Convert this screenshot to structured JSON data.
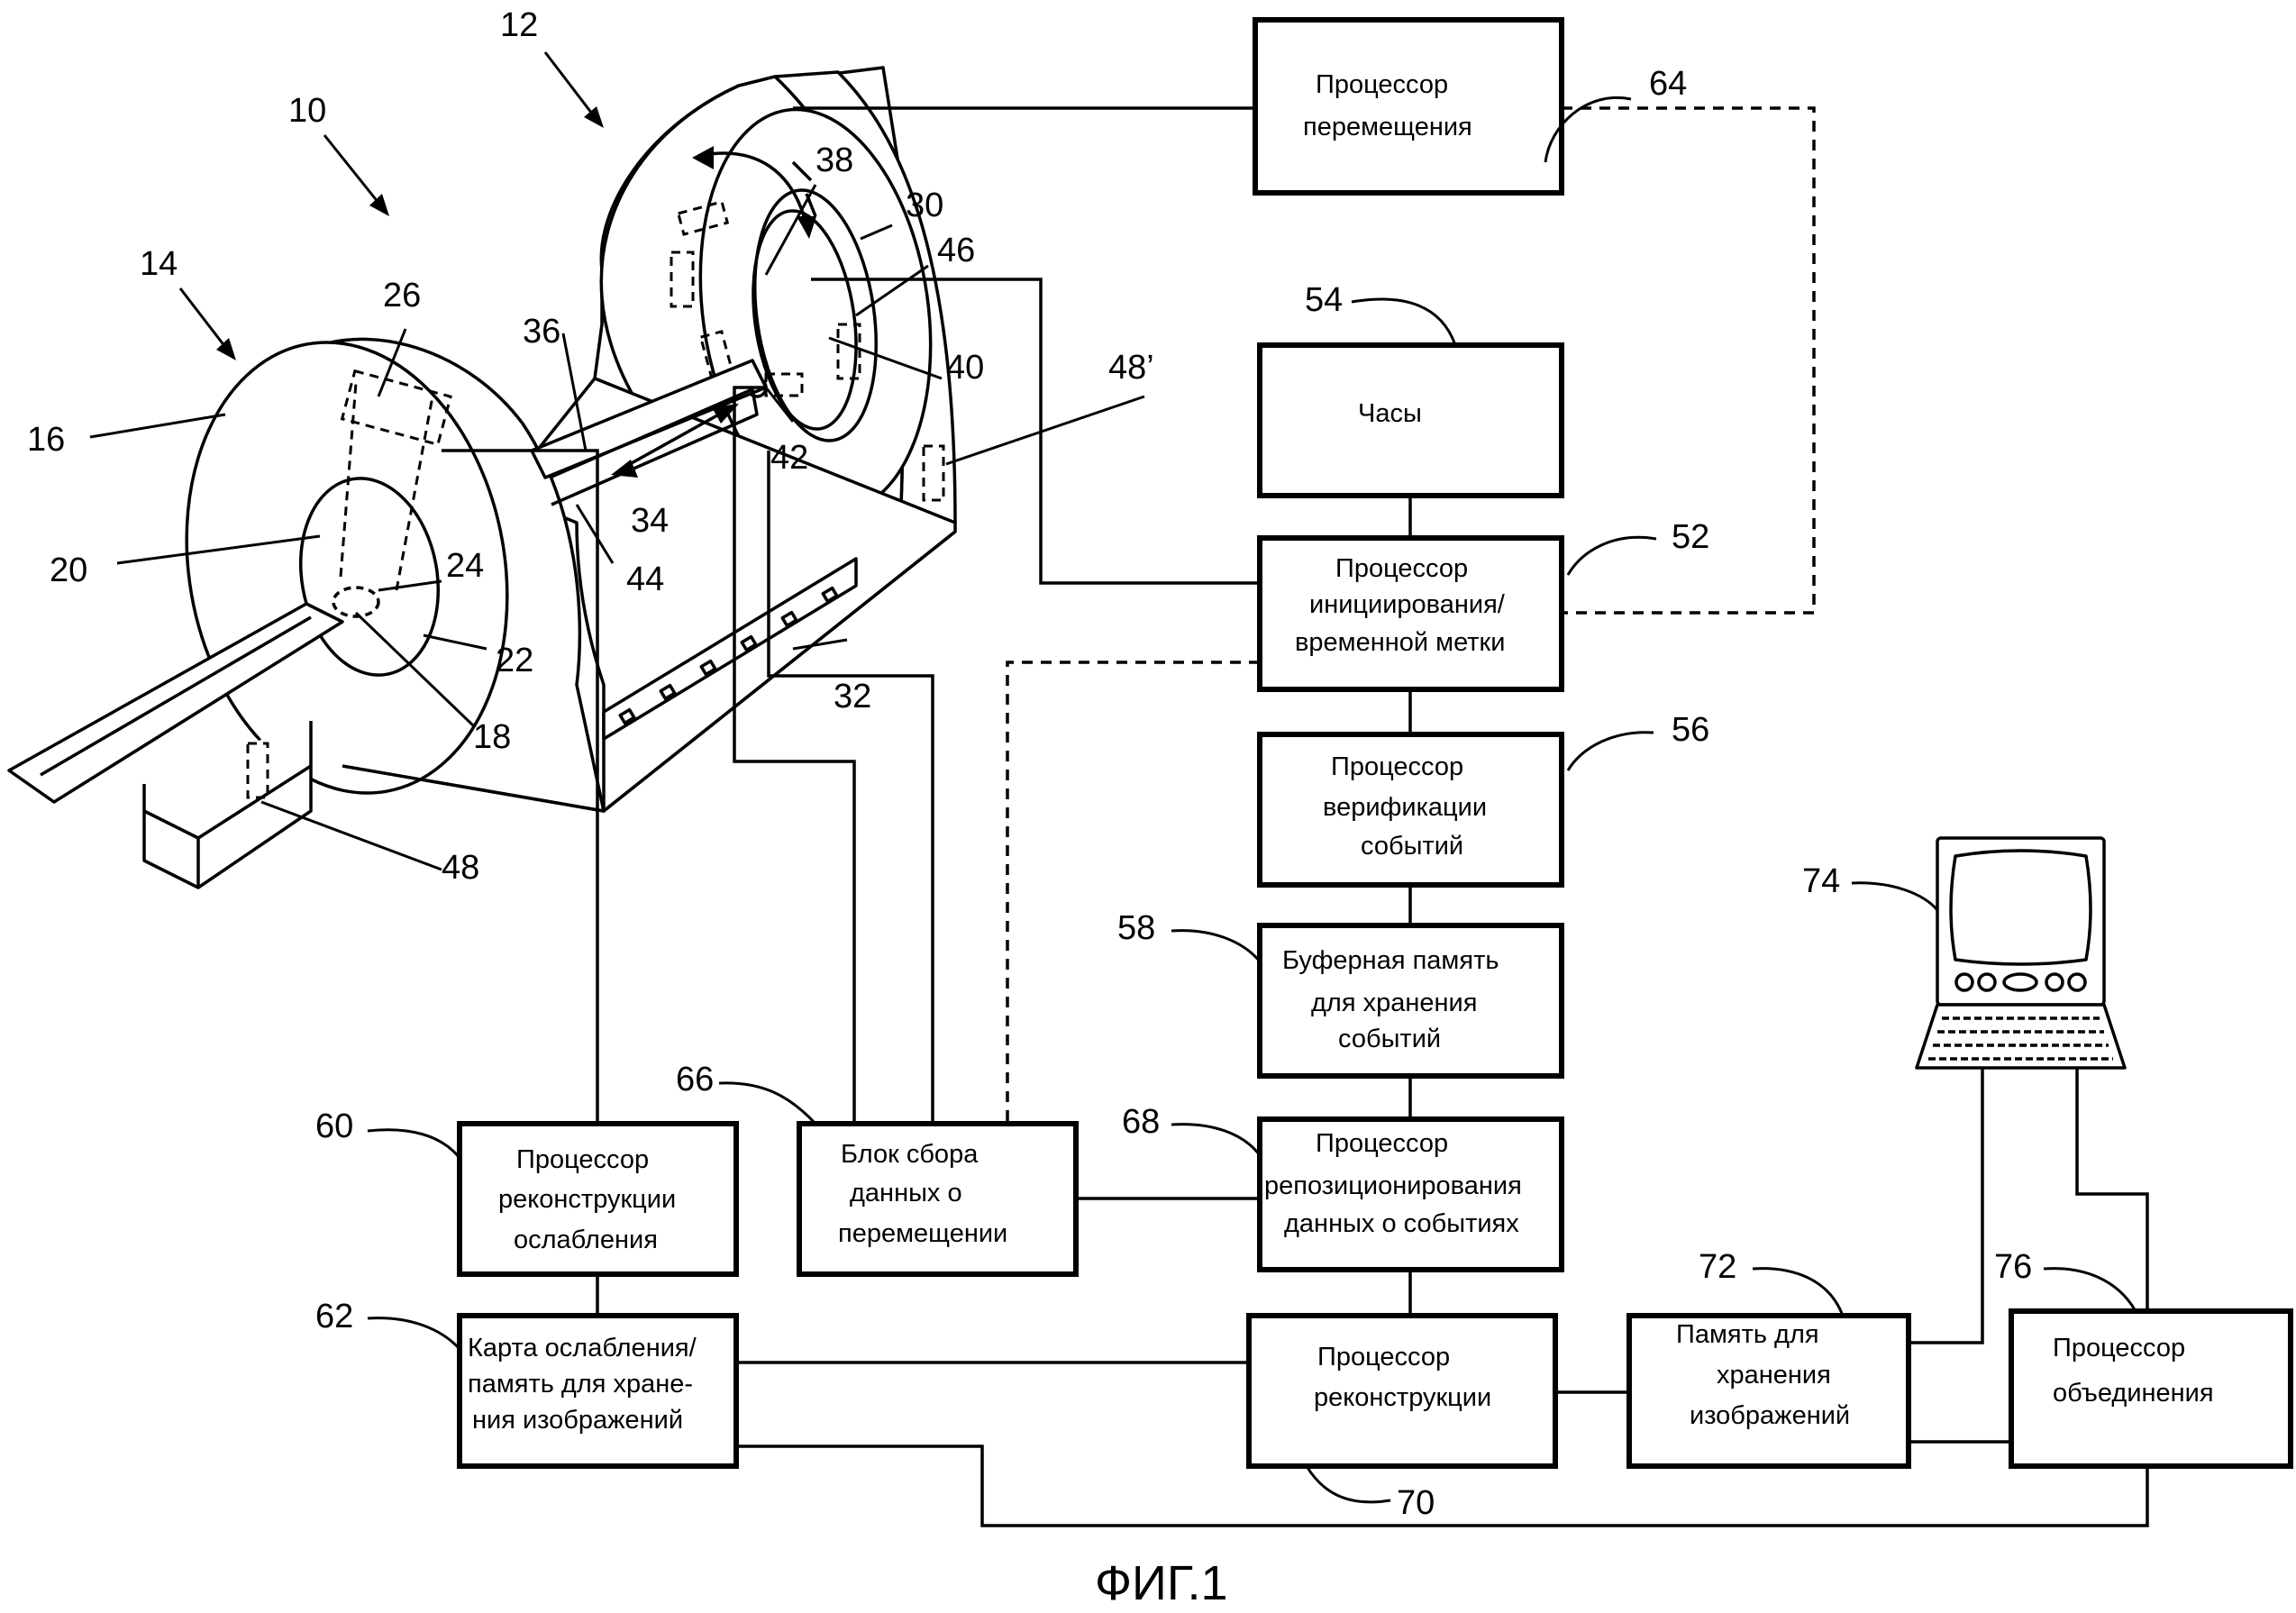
{
  "caption": "ФИГ.1",
  "blocks": {
    "motion_processor": [
      "Процессор",
      "перемещения"
    ],
    "clock": [
      "Часы"
    ],
    "trigger_processor": [
      "Процессор",
      "инициирования/",
      "временной метки"
    ],
    "event_verification": [
      "Процессор",
      "верификации",
      "событий"
    ],
    "event_buffer": [
      "Буферная память",
      "для хранения",
      "событий"
    ],
    "repositioning_processor": [
      "Процессор",
      "репозиционирования",
      "данных о событиях"
    ],
    "motion_data_unit": [
      "Блок сбора",
      "данных о",
      "перемещении"
    ],
    "attenuation_recon": [
      "Процессор",
      "реконструкции",
      "ослабления"
    ],
    "attenuation_map": [
      "Карта ослабления/",
      "память для хране-",
      "ния изображений"
    ],
    "recon_processor": [
      "Процессор",
      "реконструкции"
    ],
    "image_memory": [
      "Память для",
      "хранения",
      "изображений"
    ],
    "fusion_processor": [
      "Процессор",
      "объединения"
    ]
  },
  "refs": {
    "r10": "10",
    "r12": "12",
    "r14": "14",
    "r16": "16",
    "r18": "18",
    "r20": "20",
    "r22": "22",
    "r24": "24",
    "r26": "26",
    "r30": "30",
    "r32": "32",
    "r34": "34",
    "r36": "36",
    "r38": "38",
    "r40": "40",
    "r42": "42",
    "r44": "44",
    "r46": "46",
    "r48": "48",
    "r48p": "48’",
    "r52": "52",
    "r54": "54",
    "r56": "56",
    "r58": "58",
    "r60": "60",
    "r62": "62",
    "r64": "64",
    "r66": "66",
    "r68": "68",
    "r70": "70",
    "r72": "72",
    "r74": "74",
    "r76": "76"
  }
}
